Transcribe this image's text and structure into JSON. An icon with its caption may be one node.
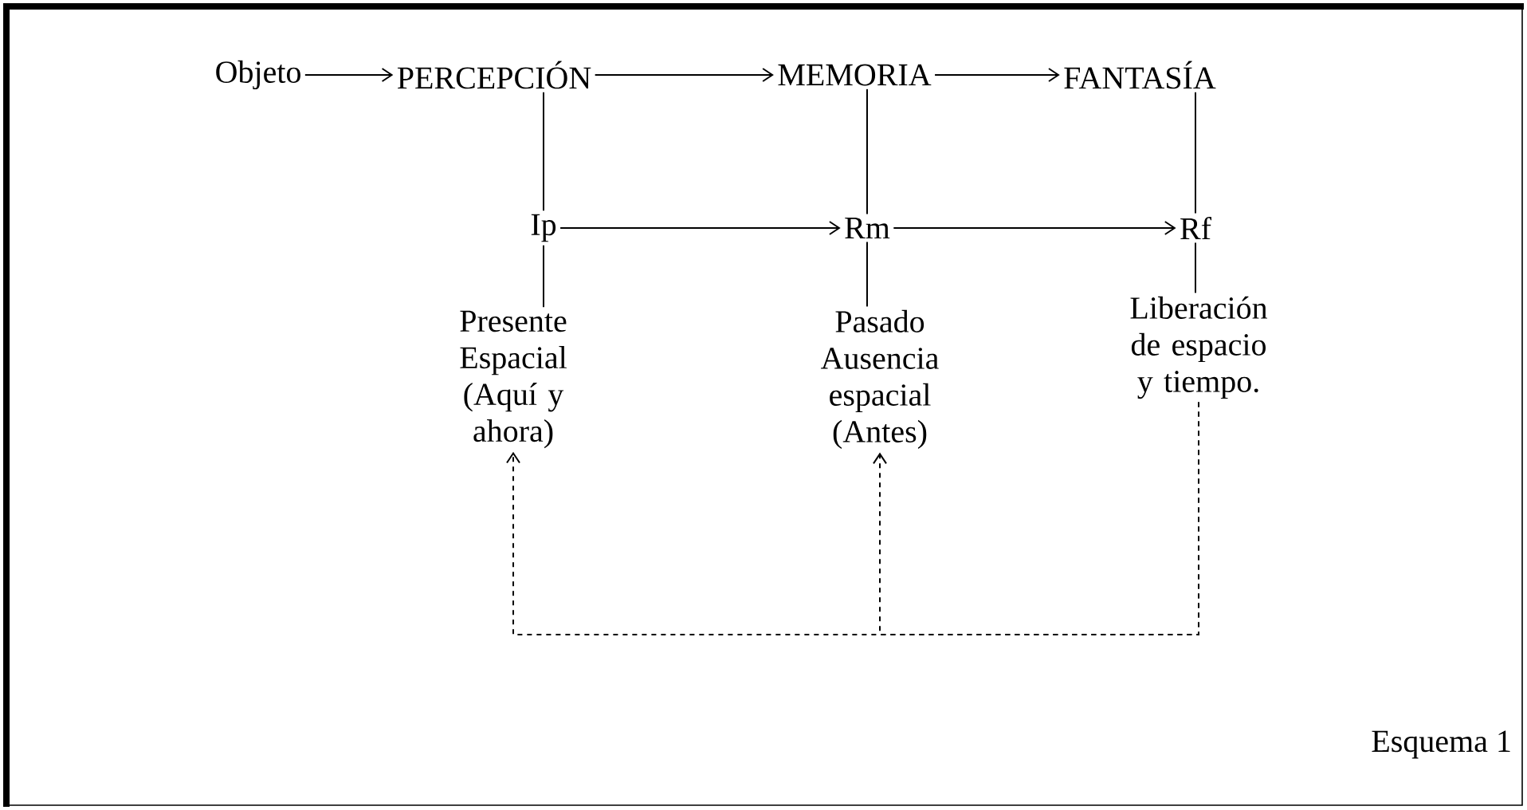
{
  "diagram": {
    "nodes": [
      {
        "text": [
          "Objeto"
        ]
      },
      {
        "text": [
          "PERCEPCIÓN"
        ]
      },
      {
        "text": [
          "MEMORIA"
        ]
      },
      {
        "text": [
          "FANTASÍA"
        ]
      },
      {
        "text": [
          "Ip"
        ]
      },
      {
        "text": [
          "Rm"
        ]
      },
      {
        "text": [
          "Rf"
        ]
      },
      {
        "text": [
          "Presente Espacial (Aquí y ahora)"
        ]
      },
      {
        "text": [
          "Pasado Ausencia espacial (Antes)"
        ]
      },
      {
        "text": [
          "Liberación de espacio y tiempo."
        ]
      }
    ],
    "edges": [
      {
        "from": 0,
        "to": 1,
        "arrow": "to"
      },
      {
        "from": 1,
        "to": 2,
        "arrow": "to"
      },
      {
        "from": 2,
        "to": 3,
        "arrow": "to"
      },
      {
        "from": 1,
        "to": 4,
        "arrow": "none"
      },
      {
        "from": 2,
        "to": 5,
        "arrow": "none"
      },
      {
        "from": 3,
        "to": 6,
        "arrow": "none"
      },
      {
        "from": 4,
        "to": 5,
        "arrow": "to"
      },
      {
        "from": 5,
        "to": 6,
        "arrow": "to"
      },
      {
        "from": 4,
        "to": 7,
        "arrow": "none"
      },
      {
        "from": 5,
        "to": 8,
        "arrow": "none"
      },
      {
        "from": 6,
        "to": 9,
        "arrow": "none"
      },
      {
        "from": 9,
        "to": 7,
        "arrow": "to",
        "style": "dashed"
      },
      {
        "from": 9,
        "to": 8,
        "arrow": "to",
        "style": "dashed"
      }
    ],
    "labels": [
      "Esquema 1"
    ]
  }
}
